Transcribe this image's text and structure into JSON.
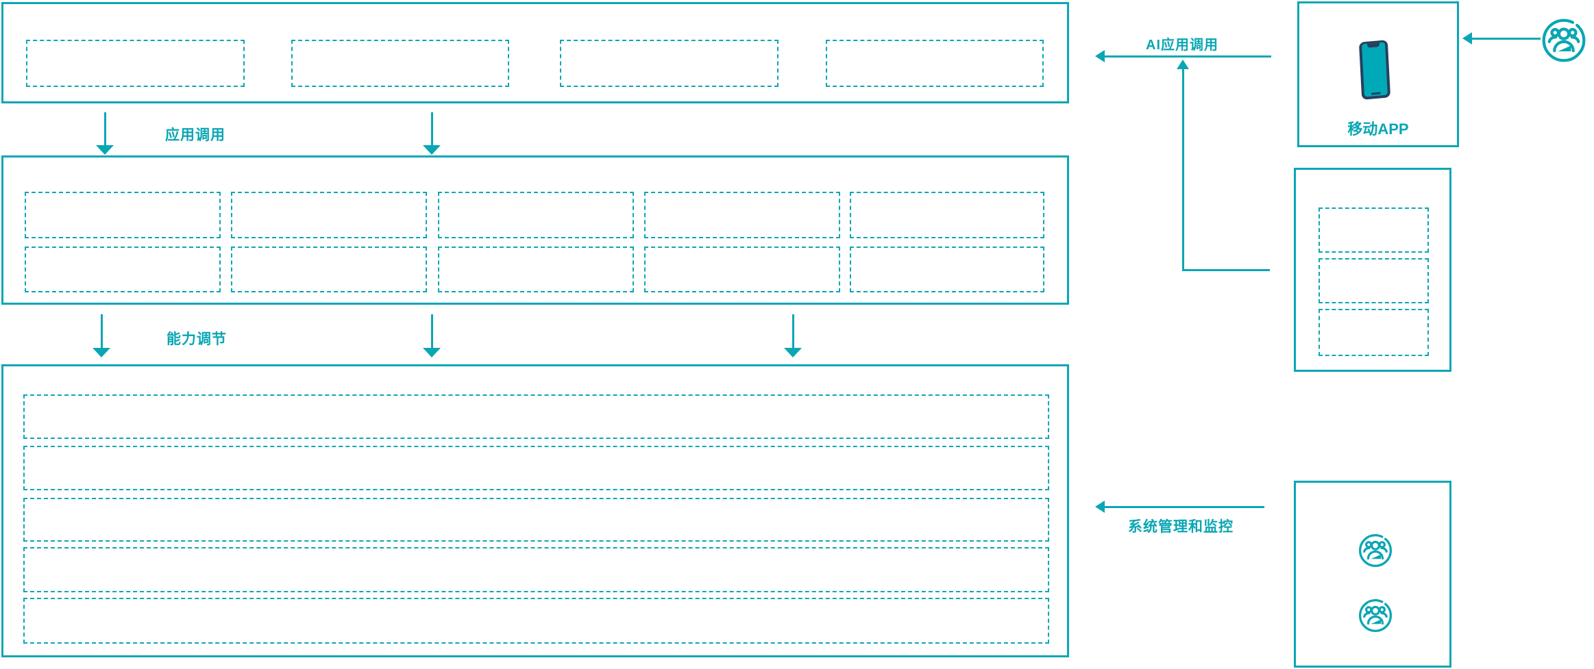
{
  "colors": {
    "accent": "#0aa6b4",
    "phone_body": "#27405f",
    "phone_screen": "#00a9b8"
  },
  "arrows": {
    "app_call_label": "应用调用",
    "capability_adjust_label": "能力调节",
    "ai_app_call_label": "AI应用调用",
    "system_monitor_label": "系统管理和监控"
  },
  "right_panel": {
    "mobile_app_label": "移动APP",
    "channel_placeholder_count": 3,
    "admin_user_icon_count": 2
  },
  "layers": {
    "top_box_placeholder_count": 4,
    "middle_box_rows": 2,
    "middle_box_cols": 5,
    "bottom_box_row_count": 5
  },
  "icons": [
    "smartphone-icon",
    "user-group-icon"
  ]
}
